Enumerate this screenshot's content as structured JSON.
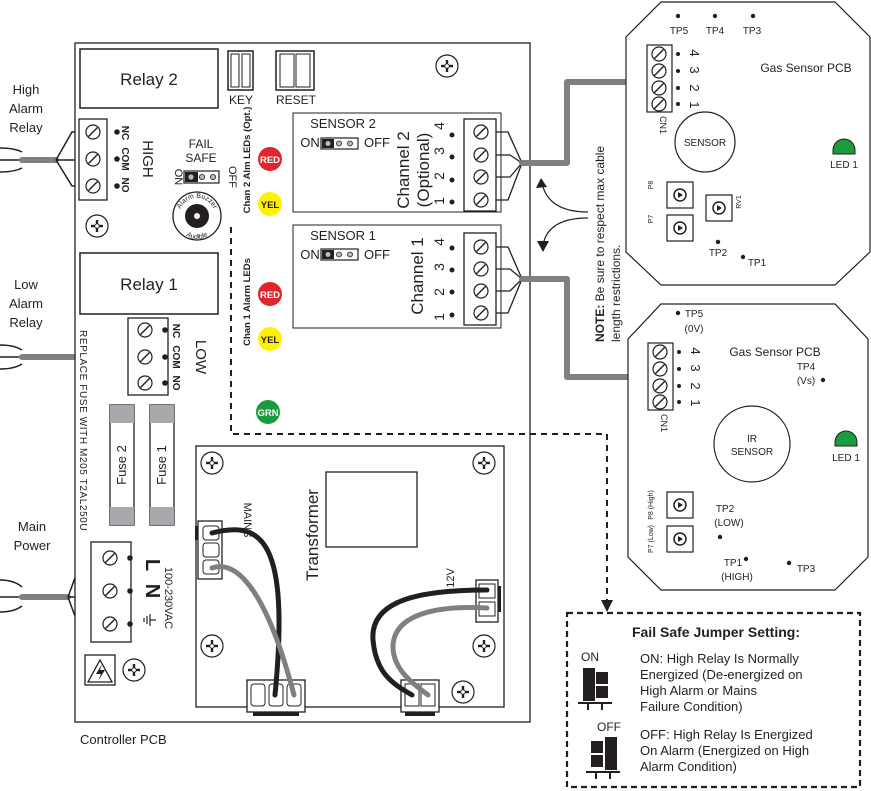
{
  "left": {
    "high_alarm_relay": [
      "High",
      "Alarm",
      "Relay"
    ],
    "low_alarm_relay": [
      "Low",
      "Alarm",
      "Relay"
    ],
    "main_power": [
      "Main",
      "Power"
    ]
  },
  "controller": {
    "caption": "Controller PCB",
    "relay2": "Relay 2",
    "relay1": "Relay 1",
    "key": "KEY",
    "reset": "RESET",
    "fail_safe": [
      "FAIL",
      "SAFE"
    ],
    "fs_on": "ON",
    "fs_off": "OFF",
    "high_term": {
      "nc": "NC",
      "com": "COM",
      "no": "NO",
      "title": "HIGH"
    },
    "low_term": {
      "nc": "NC",
      "com": "COM",
      "no": "NO",
      "title": "LOW"
    },
    "buzzer": "Alarm Buzzer",
    "buzzer2": "Audible",
    "chan2_leds": "Chan 2 Alm LEDs (Opt.)",
    "chan1_leds": "Chan 1 Alarm LEDs",
    "led_red": "RED",
    "led_yel": "YEL",
    "led_grn": "GRN",
    "fuse_note": "REPLACE FUSE WITH M205 T2AL250U",
    "fuse1": "Fuse 1",
    "fuse2": "Fuse 2",
    "power_L": "L",
    "power_N": "N",
    "voltage": "100-230VAC",
    "transformer": "Transformer",
    "mains": "MAINS",
    "v12": "12V"
  },
  "sensors": {
    "sensor2_jumper": "SENSOR 2",
    "sensor1_jumper": "SENSOR 1",
    "on": "ON",
    "off": "OFF",
    "channel2": [
      "Channel 2",
      "(Optional)"
    ],
    "channel1": "Channel 1",
    "pins": [
      "1",
      "2",
      "3",
      "4"
    ]
  },
  "note": {
    "bold": "NOTE:",
    "text1": " Be sure to respect max cable",
    "text2": "length restrictions."
  },
  "gas_top": {
    "title": "Gas Sensor PCB",
    "tp5": "TP5",
    "tp4": "TP4",
    "tp3": "TP3",
    "cn1": "CN1",
    "sensor": "SENSOR",
    "led": "LED 1",
    "p8": "P8",
    "p7": "P7",
    "rv1": "RV1",
    "tp2": "TP2",
    "tp1": "TP1",
    "pins": [
      "4",
      "3",
      "2",
      "1"
    ]
  },
  "gas_bottom": {
    "title": "Gas Sensor PCB",
    "tp5": "TP5",
    "tp5_sub": "(0V)",
    "tp4": "TP4",
    "tp4_sub": "(Vs)",
    "cn1": "CN1",
    "ir": "IR",
    "sensor": "SENSOR",
    "led": "LED 1",
    "p8": "P8 (High)",
    "p7": "P7 (Low)",
    "tp2": "TP2",
    "tp2_sub": "(LOW)",
    "tp1": "TP1",
    "tp1_sub": "(HIGH)",
    "tp3": "TP3",
    "pins": [
      "4",
      "3",
      "2",
      "1"
    ]
  },
  "failsafe_box": {
    "title": "Fail Safe Jumper Setting:",
    "on_label": "ON",
    "on_text": [
      "ON: High Relay Is Normally",
      "Energized (De-energized on",
      "High Alarm or Mains",
      "Failure Condition)"
    ],
    "off_label": "OFF",
    "off_text": [
      "OFF: High Relay Is Energized",
      "On Alarm (Energized on High",
      "Alarm Condition)"
    ]
  },
  "colors": {
    "line": "#231f20",
    "cable_gray": "#808080",
    "led_red": "#e0262c",
    "led_yellow": "#fff200",
    "led_green": "#1a9c3e"
  }
}
